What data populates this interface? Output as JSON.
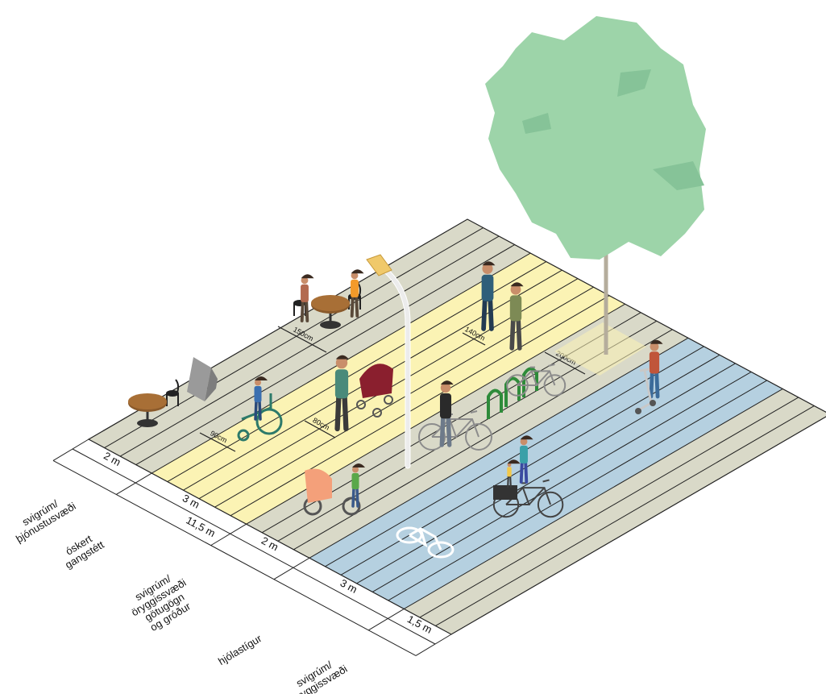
{
  "colors": {
    "service_zone": "#d9d9c8",
    "sidewalk": "#fbf3b4",
    "buffer_zone": "#d9d9c8",
    "bike_lane": "#b5d0e0",
    "outer_zone": "#d9d9c8",
    "tree_canopy": "#9dd4a9",
    "tree_canopy_shade": "#86c398",
    "trunk": "#b5ad9c",
    "bike_rack": "#2e8b3a",
    "lamp_head": "#f0c96b",
    "line": "#222222"
  },
  "zones": [
    {
      "label": "svigrúm/\nþjónustusvæði",
      "width_label": "2 m"
    },
    {
      "label": "óskert\ngangstétt",
      "width_label": "3 m"
    },
    {
      "label": "svigrúm/\nöryggissvæði\ngötugögn\nog gróður",
      "width_label": "2 m"
    },
    {
      "label": "hjólastígur",
      "width_label": "3 m"
    },
    {
      "label": "svigrúm/\nöryggissvæði",
      "width_label": "1,5 m"
    }
  ],
  "total_width_label": "11,5 m",
  "clearance_labels": {
    "table": "150cm",
    "wheelchair": "90cm",
    "stroller": "80cm",
    "pedestrians": "140cm",
    "tree": "200cm"
  },
  "icons": {
    "tree": "tree-icon",
    "street_lamp": "street-lamp-icon",
    "bike_rack": "bike-rack-icon",
    "cafe_table": "cafe-table-icon",
    "sign_board": "sandwich-board-icon",
    "bike_symbol": "bicycle-lane-symbol-icon"
  }
}
